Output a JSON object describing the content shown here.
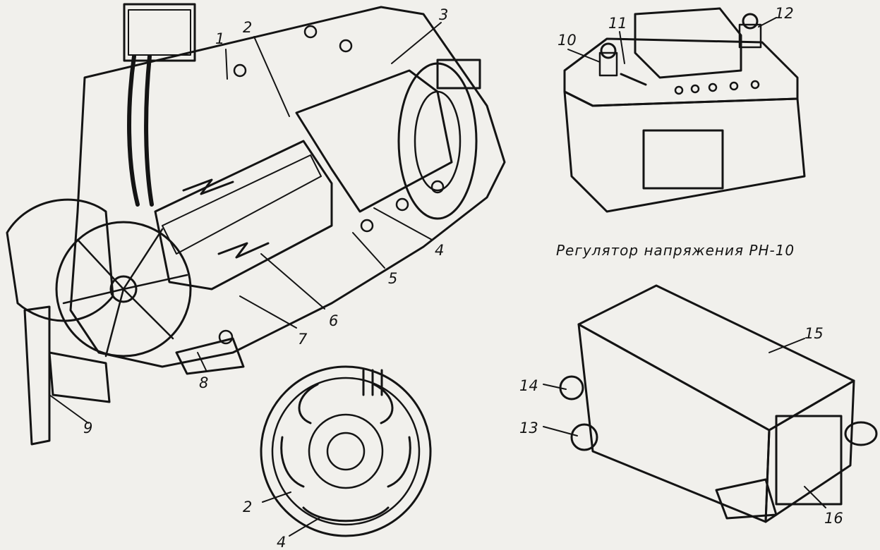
{
  "caption": "Регулятор напряжения РН-10",
  "labels": {
    "n1": "1",
    "n2": "2",
    "n3": "3",
    "n4": "4",
    "n5": "5",
    "n6": "6",
    "n7": "7",
    "n8": "8",
    "n9": "9",
    "n10": "10",
    "n11": "11",
    "n12": "12",
    "n13": "13",
    "n14": "14",
    "n15": "15",
    "n16": "16",
    "stator_2": "2",
    "stator_4": "4"
  },
  "colors": {
    "ink": "#141414",
    "paper": "#f1f0ec"
  }
}
